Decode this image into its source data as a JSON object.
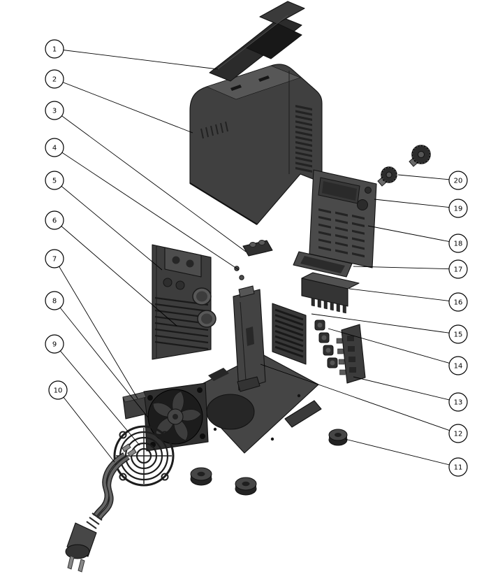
{
  "figure": {
    "type": "exploded-view-diagram",
    "balloon_radius": 13,
    "colors": {
      "background": "#ffffff",
      "outline": "#000000",
      "part_dark": "#343434",
      "part_mid": "#474747",
      "part_light": "#585858",
      "balloon_fill": "#ffffff"
    },
    "callouts": [
      {
        "label": "1",
        "balloon": [
          78,
          70
        ],
        "target": [
          312,
          99
        ]
      },
      {
        "label": "2",
        "balloon": [
          78,
          113
        ],
        "target": [
          276,
          190
        ]
      },
      {
        "label": "3",
        "balloon": [
          78,
          158
        ],
        "target": [
          352,
          360
        ]
      },
      {
        "label": "4",
        "balloon": [
          78,
          211
        ],
        "target": [
          342,
          386
        ]
      },
      {
        "label": "5",
        "balloon": [
          78,
          258
        ],
        "target": [
          232,
          386
        ]
      },
      {
        "label": "6",
        "balloon": [
          78,
          315
        ],
        "target": [
          253,
          466
        ]
      },
      {
        "label": "7",
        "balloon": [
          78,
          370
        ],
        "target": [
          197,
          570
        ]
      },
      {
        "label": "8",
        "balloon": [
          78,
          430
        ],
        "target": [
          212,
          597
        ]
      },
      {
        "label": "9",
        "balloon": [
          78,
          492
        ],
        "target": [
          200,
          637
        ]
      },
      {
        "label": "10",
        "balloon": [
          83,
          558
        ],
        "target": [
          164,
          661
        ]
      },
      {
        "label": "11",
        "balloon": [
          656,
          668
        ],
        "target": [
          494,
          628
        ]
      },
      {
        "label": "12",
        "balloon": [
          656,
          620
        ],
        "target": [
          373,
          521
        ]
      },
      {
        "label": "13",
        "balloon": [
          656,
          575
        ],
        "target": [
          506,
          539
        ]
      },
      {
        "label": "14",
        "balloon": [
          656,
          523
        ],
        "target": [
          470,
          470
        ]
      },
      {
        "label": "15",
        "balloon": [
          656,
          478
        ],
        "target": [
          446,
          449
        ]
      },
      {
        "label": "16",
        "balloon": [
          656,
          432
        ],
        "target": [
          500,
          413
        ]
      },
      {
        "label": "17",
        "balloon": [
          656,
          385
        ],
        "target": [
          506,
          381
        ]
      },
      {
        "label": "18",
        "balloon": [
          656,
          348
        ],
        "target": [
          527,
          323
        ]
      },
      {
        "label": "19",
        "balloon": [
          656,
          298
        ],
        "target": [
          536,
          285
        ]
      },
      {
        "label": "20",
        "balloon": [
          656,
          258
        ],
        "target": [
          570,
          250
        ]
      }
    ]
  }
}
